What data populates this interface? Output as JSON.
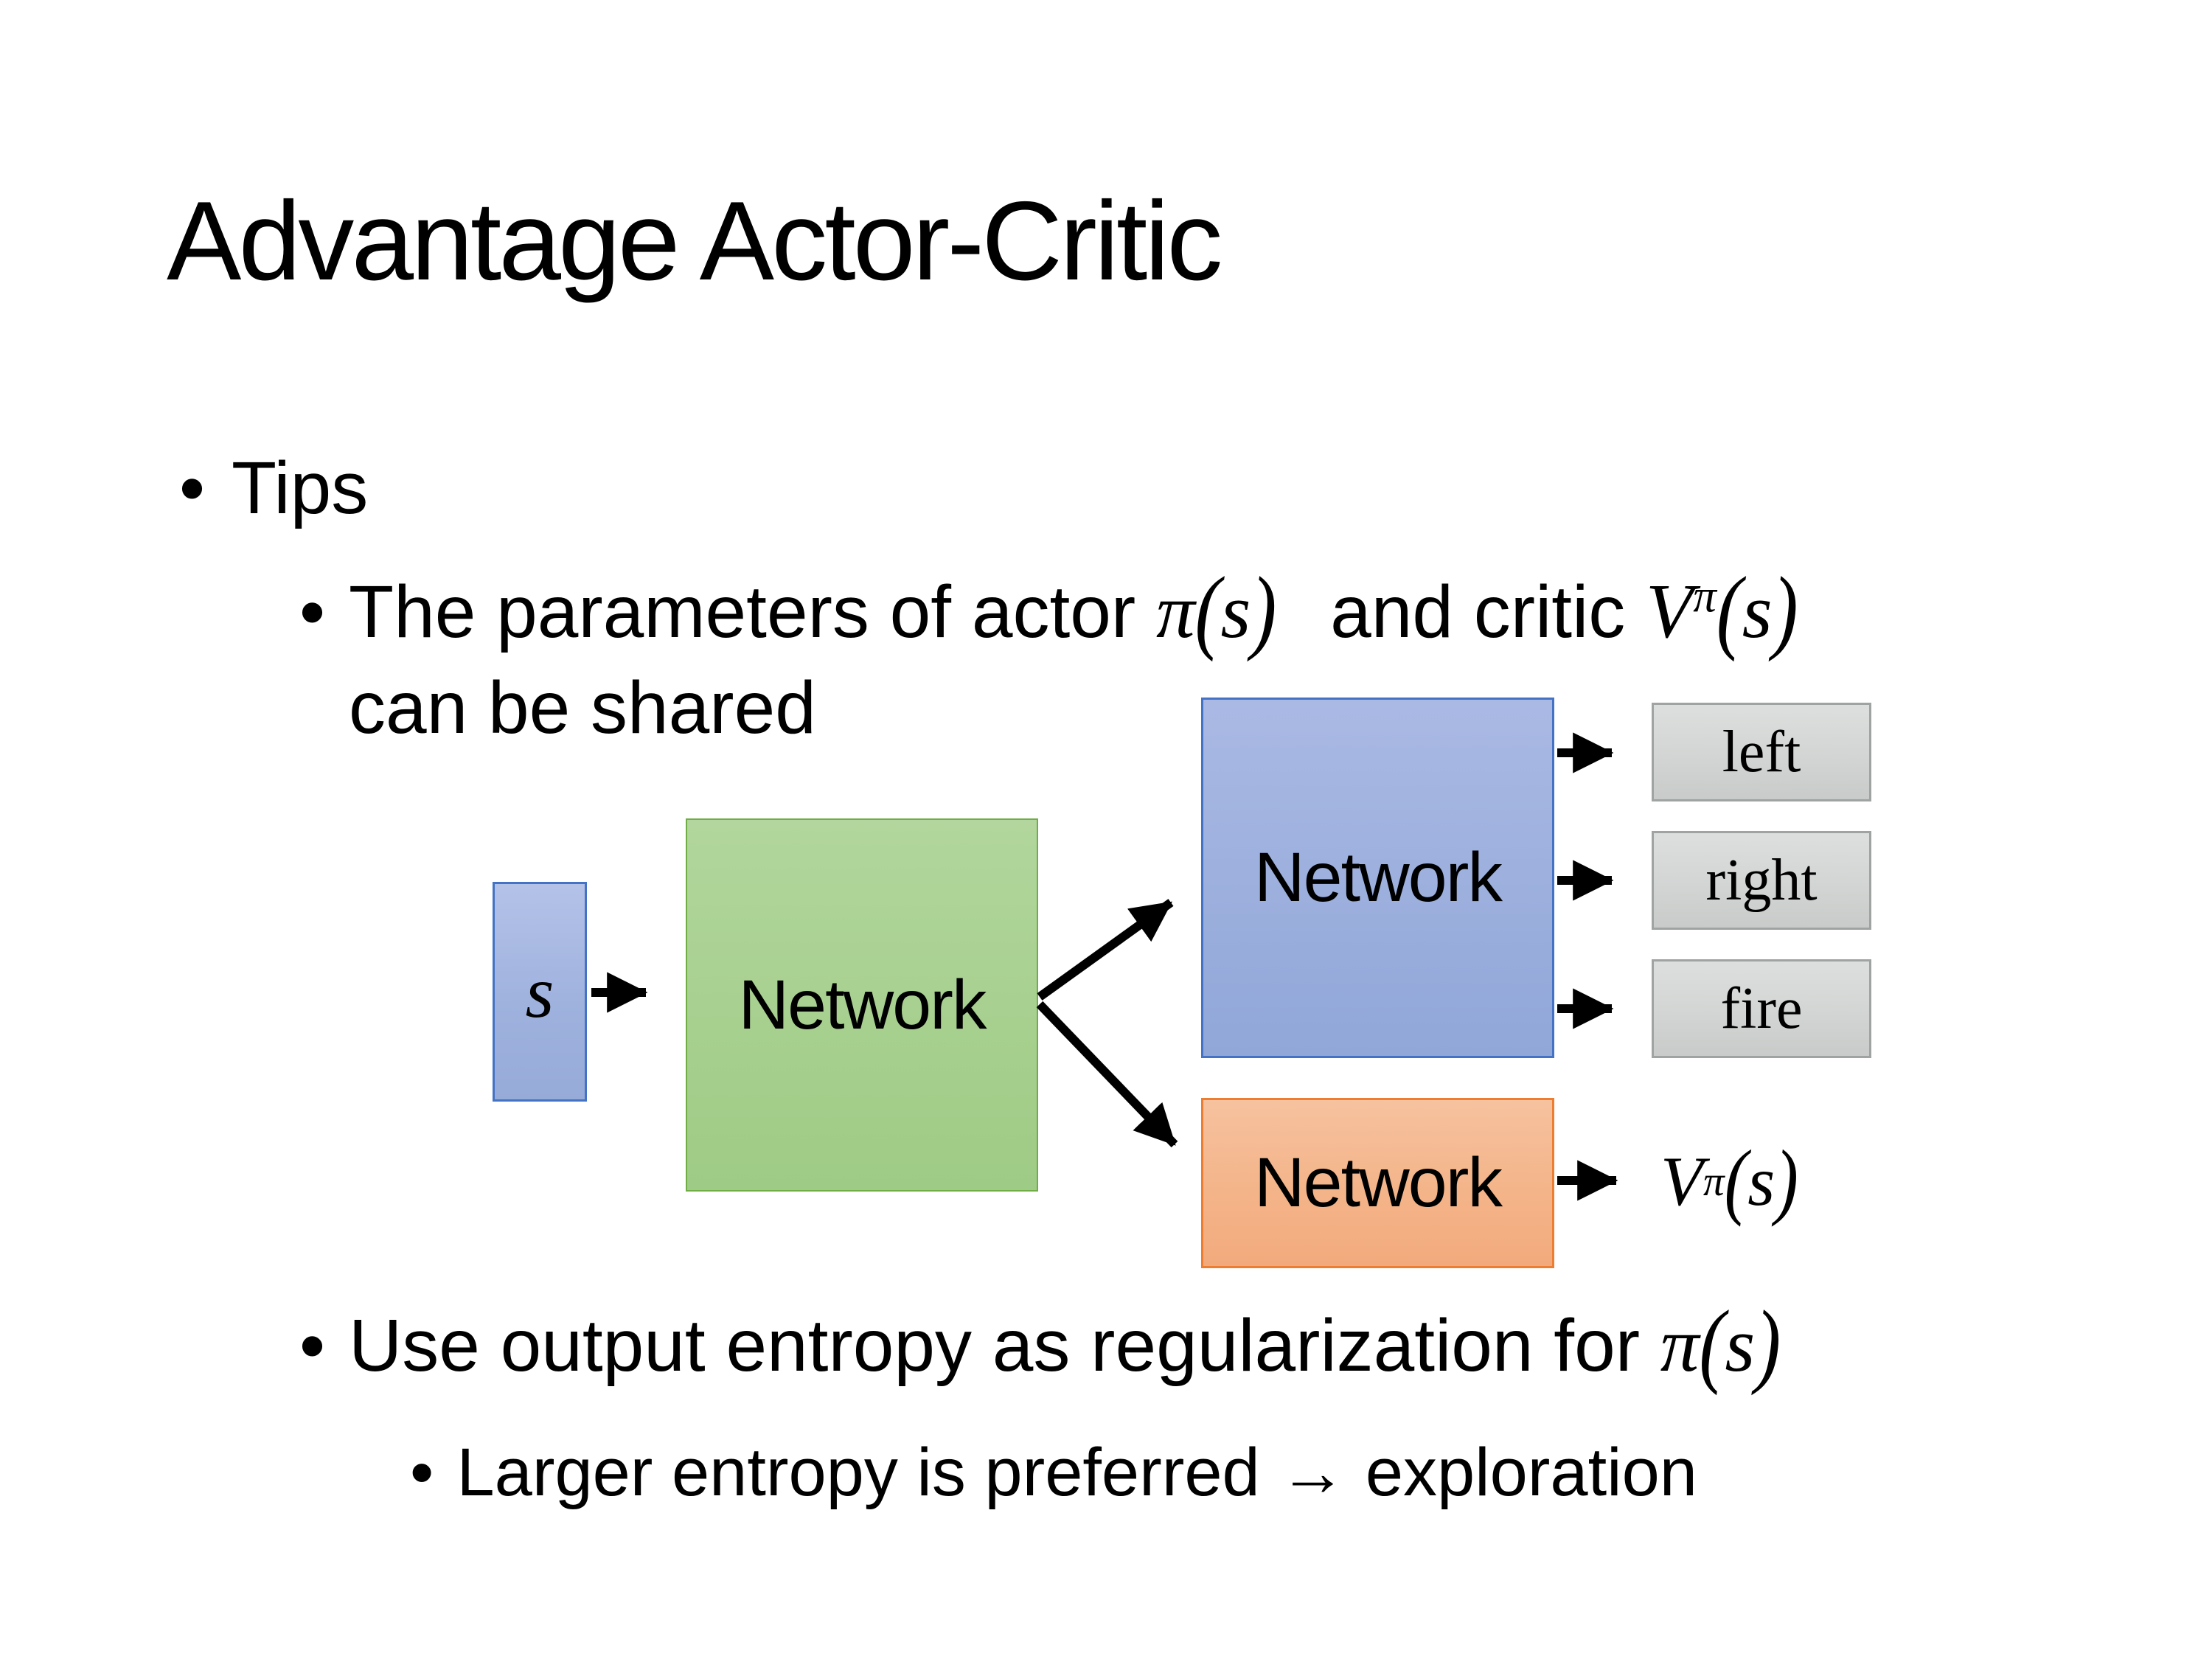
{
  "slide": {
    "title": "Advantage Actor-Critic",
    "glyphs": {
      "bullet": "•"
    },
    "bullets": {
      "tips": "Tips",
      "params": {
        "pre": "The parameters of actor ",
        "actor_math": {
          "pi": "π",
          "open": "(",
          "arg": "s",
          "close": ")"
        },
        "mid": " and critic ",
        "critic_math": {
          "base": "V",
          "sup": "π",
          "open": "(",
          "arg": "s",
          "close": ")"
        },
        "line2": "can be shared"
      },
      "entropy": {
        "pre": "Use output entropy as regularization for ",
        "math": {
          "pi": "π",
          "open": "(",
          "arg": "s",
          "close": ")"
        }
      },
      "exploration": "Larger entropy is preferred → exploration"
    },
    "diagram": {
      "input_label": "s",
      "shared_network_label": "Network",
      "actor_network_label": "Network",
      "critic_network_label": "Network",
      "actions": [
        "left",
        "right",
        "fire"
      ],
      "critic_output": {
        "base": "V",
        "sup": "π",
        "open": "(",
        "arg": "s",
        "close": ")"
      }
    },
    "colors": {
      "background": "#FFFFFF",
      "text": "#000000",
      "arrow": "#000000",
      "input_fill": "#A5B4DF",
      "input_border": "#4472C4",
      "shared_fill": "#A7D08F",
      "shared_border": "#70AD47",
      "actor_fill": "#9CAFDD",
      "actor_border": "#4472C4",
      "critic_fill": "#F4B489",
      "critic_border": "#ED7D31",
      "action_fill": "#D2D5D3",
      "action_border": "#9FA3A1"
    }
  }
}
